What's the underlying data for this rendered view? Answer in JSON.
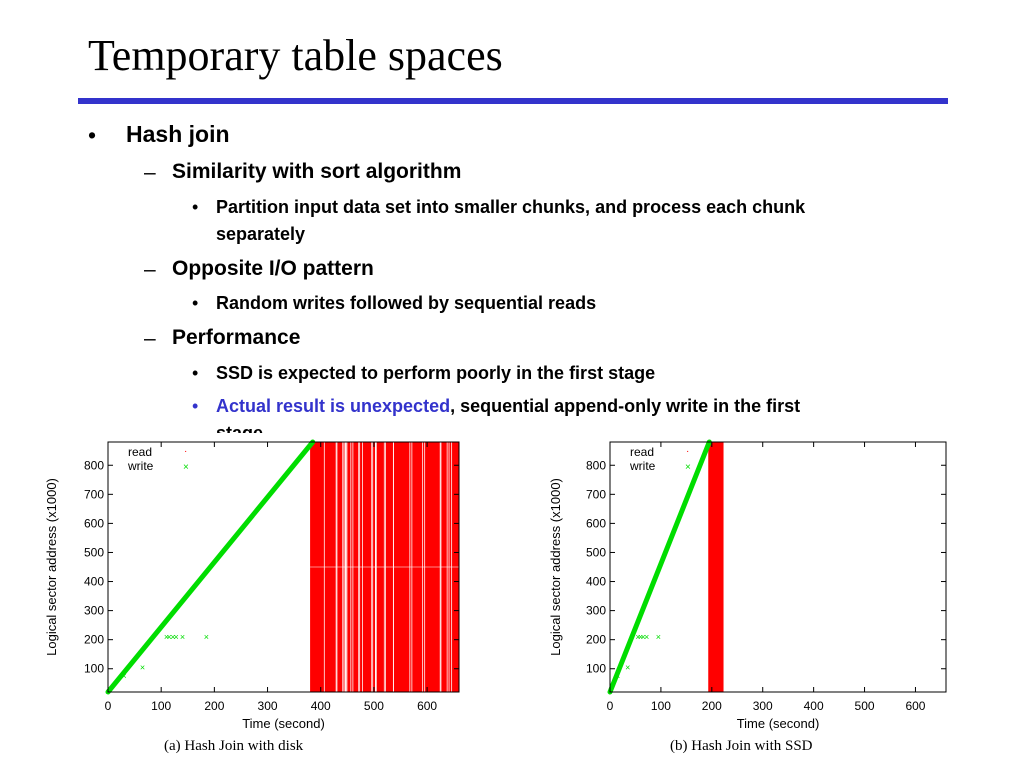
{
  "slide": {
    "title": "Temporary table spaces",
    "accent_color": "#3333cc"
  },
  "bullets": {
    "l1_marker": "•",
    "l2_marker": "–",
    "l3_marker": "•",
    "hash_join": "Hash join",
    "similarity": "Similarity with sort algorithm",
    "partition_line1": "Partition input data set into smaller chunks, and process each chunk",
    "partition_line2": "separately",
    "opposite": "Opposite I/O pattern",
    "random_writes": "Random writes followed by sequential reads",
    "performance": "Performance",
    "ssd_poorly": "SSD is expected to perform poorly in  the first stage",
    "actual_result": "Actual result is unexpected",
    "actual_rest": ", sequential append-only write in the first",
    "actual_cut": "stage"
  },
  "chart_data": [
    {
      "type": "scatter",
      "caption": "(a) Hash Join with disk",
      "xlabel": "Time (second)",
      "ylabel": "Logical sector address (x1000)",
      "xlim": [
        0,
        660
      ],
      "ylim": [
        20,
        880
      ],
      "xticks": [
        0,
        100,
        200,
        300,
        400,
        500,
        600
      ],
      "yticks": [
        100,
        200,
        300,
        400,
        500,
        600,
        700,
        800
      ],
      "grid": false,
      "legend_position": "top-left",
      "series": [
        {
          "name": "read",
          "marker": "·",
          "color": "#ff0000",
          "region": {
            "x": [
              380,
              660
            ],
            "y": [
              20,
              880
            ]
          }
        },
        {
          "name": "write",
          "marker": "×",
          "color": "#00dd00",
          "line": {
            "x": [
              0,
              385
            ],
            "y": [
              20,
              880
            ]
          },
          "outliers": [
            [
              30,
              75
            ],
            [
              65,
              105
            ],
            [
              110,
              210
            ],
            [
              115,
              210
            ],
            [
              122,
              210
            ],
            [
              128,
              210
            ],
            [
              140,
              210
            ],
            [
              185,
              210
            ]
          ]
        }
      ]
    },
    {
      "type": "scatter",
      "caption": "(b) Hash Join with SSD",
      "xlabel": "Time (second)",
      "ylabel": "Logical sector address (x1000)",
      "xlim": [
        0,
        660
      ],
      "ylim": [
        20,
        880
      ],
      "xticks": [
        0,
        100,
        200,
        300,
        400,
        500,
        600
      ],
      "yticks": [
        100,
        200,
        300,
        400,
        500,
        600,
        700,
        800
      ],
      "grid": false,
      "legend_position": "top-left",
      "series": [
        {
          "name": "read",
          "marker": "·",
          "color": "#ff0000",
          "region": {
            "x": [
              193,
              223
            ],
            "y": [
              20,
              880
            ]
          }
        },
        {
          "name": "write",
          "marker": "×",
          "color": "#00dd00",
          "line": {
            "x": [
              0,
              195
            ],
            "y": [
              20,
              880
            ]
          },
          "outliers": [
            [
              15,
              75
            ],
            [
              35,
              105
            ],
            [
              55,
              210
            ],
            [
              60,
              210
            ],
            [
              65,
              210
            ],
            [
              72,
              210
            ],
            [
              95,
              210
            ]
          ]
        }
      ]
    }
  ]
}
